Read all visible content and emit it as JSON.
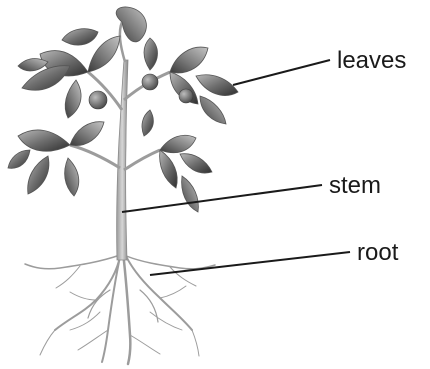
{
  "diagram": {
    "labels": {
      "leaves": "leaves",
      "stem": "stem",
      "root": "root"
    }
  }
}
